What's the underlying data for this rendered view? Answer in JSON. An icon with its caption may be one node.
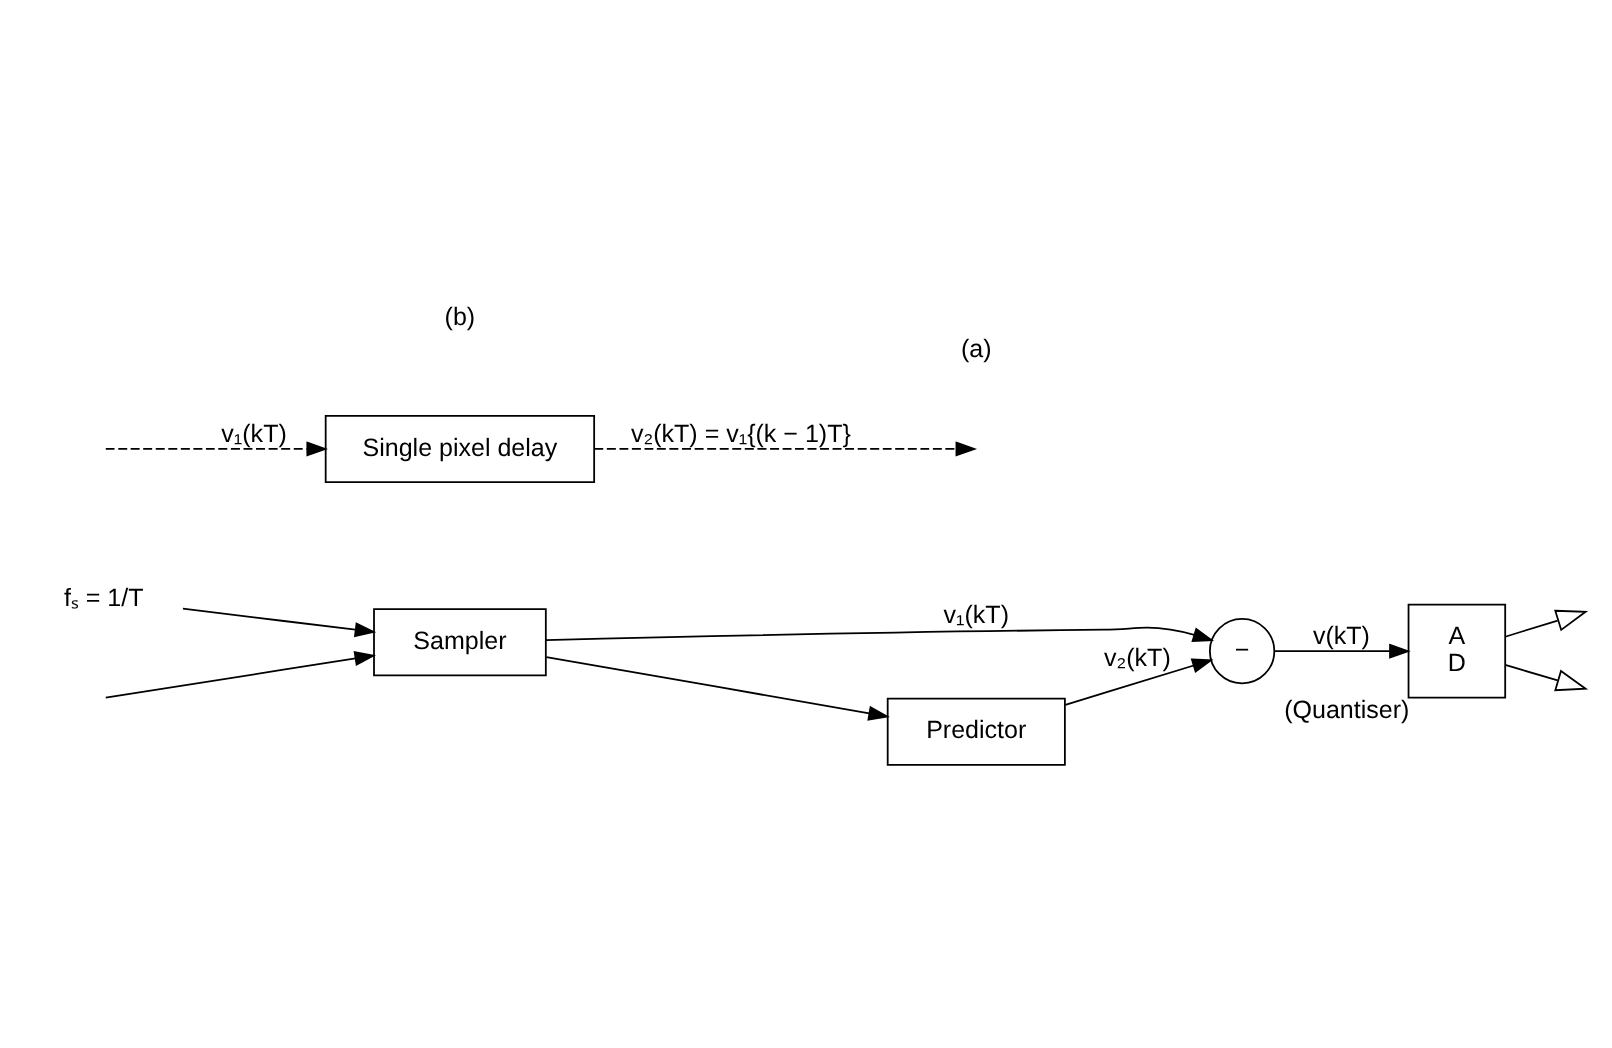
{
  "diagram": {
    "nodes": [
      {
        "text": [
          "fₛ = 1/T"
        ]
      },
      {
        "text": [
          "Sampler"
        ]
      },
      {
        "text": [
          "−"
        ]
      },
      {
        "text": [
          "A",
          "D"
        ],
        "beside": [
          "(Quantiser)"
        ]
      },
      {
        "text": [
          "Predictor"
        ]
      },
      {
        "text": [
          "Single pixel delay"
        ]
      }
    ],
    "edges": [
      {
        "from": 0,
        "to": 1,
        "arrow": "to"
      },
      {
        "from": null,
        "to": 1,
        "arrow": "to"
      },
      {
        "from": 1,
        "to": 2,
        "arrow": "to",
        "label": "v₁(kT)"
      },
      {
        "from": 1,
        "to": 4,
        "arrow": "to"
      },
      {
        "from": 4,
        "to": 2,
        "arrow": "to",
        "label": "v₂(kT)"
      },
      {
        "from": 2,
        "to": 3,
        "arrow": "to",
        "label": "v(kT)"
      },
      {
        "from": 3,
        "to": null,
        "arrow": "to"
      },
      {
        "from": 3,
        "to": null,
        "arrow": "to"
      },
      {
        "from": 5,
        "to": null,
        "arrow": "to",
        "style": "dashed",
        "label": "v₂(kT) = v₁{(k − 1)T}"
      },
      {
        "from": null,
        "to": 5,
        "arrow": "to",
        "style": "dashed",
        "label": "v₁(kT)"
      }
    ],
    "labels": [
      "(a)",
      "(b)"
    ]
  }
}
